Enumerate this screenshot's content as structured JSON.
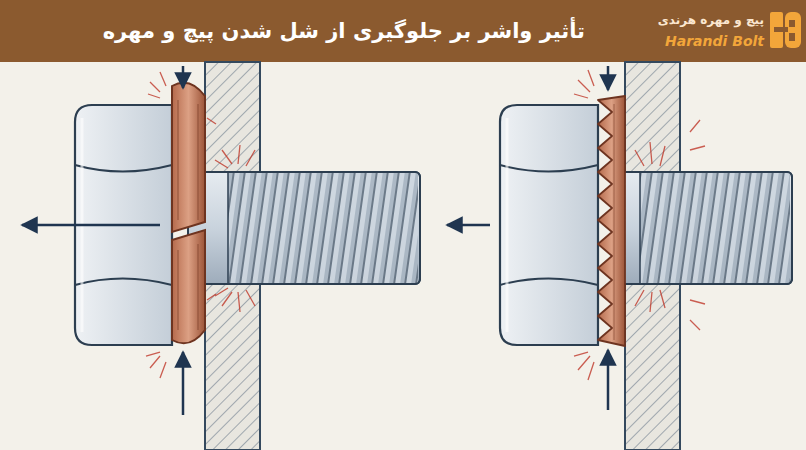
{
  "diagram": {
    "title": "تأثیر واشر بر جلوگیری از شل شدن پیچ و مهره",
    "labels": [
      "پیچ و مهره هرندی",
      "Harandi Bolt"
    ]
  }
}
